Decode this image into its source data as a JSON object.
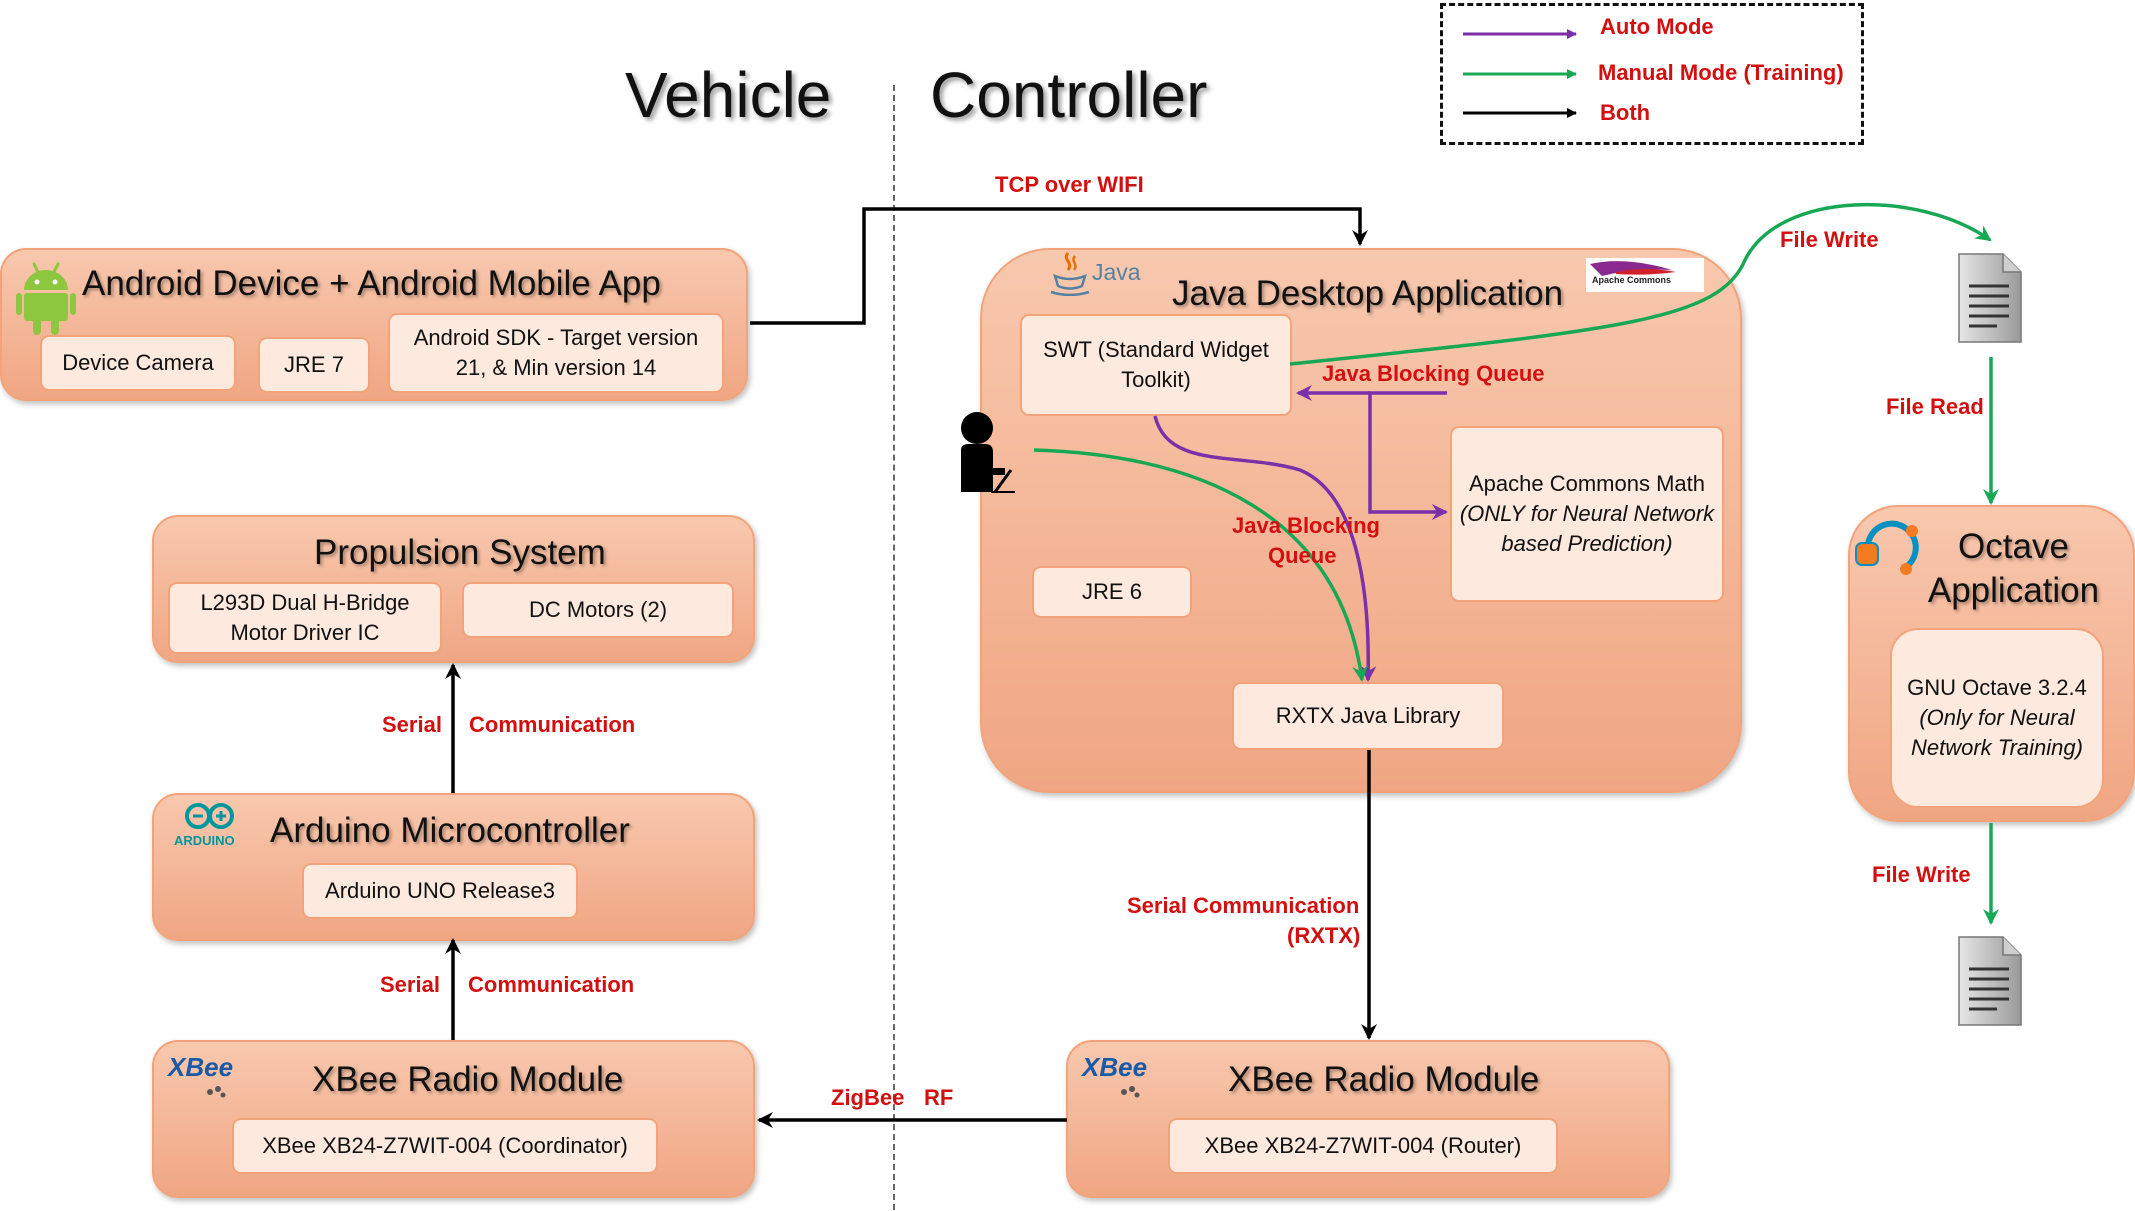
{
  "headers": {
    "vehicle": "Vehicle",
    "controller": "Controller"
  },
  "legend": [
    {
      "label": "Auto Mode",
      "color": "#7b2fa8"
    },
    {
      "label": "Manual Mode (Training)",
      "color": "#18a854"
    },
    {
      "label": "Both",
      "color": "#000000"
    }
  ],
  "android": {
    "title": "Android  Device + Android Mobile App",
    "camera": "Device Camera",
    "jre": "JRE 7",
    "sdk": "Android SDK  - Target version 21, & Min version 14",
    "icon": "android-icon"
  },
  "propulsion": {
    "title": "Propulsion System",
    "driver": "L293D Dual H-Bridge Motor Driver IC",
    "motors": "DC Motors (2)"
  },
  "arduino": {
    "title": "Arduino Microcontroller",
    "board": "Arduino UNO Release3",
    "logo_text": "ARDUINO"
  },
  "xbee_vehicle": {
    "title": "XBee Radio Module",
    "model": "XBee XB24-Z7WIT-004 (Coordinator)",
    "logo_text": "XBee"
  },
  "java_app": {
    "title": "Java Desktop Application",
    "java_logo": "Java",
    "apache_logo": "Apache Commons",
    "swt": "SWT (Standard Widget Toolkit)",
    "apache_line1": "Apache Commons Math",
    "apache_line2": "(ONLY for Neural Network based Prediction)",
    "jre": "JRE 6",
    "rxtx": "RXTX Java Library"
  },
  "octave": {
    "title": "Octave Application",
    "gnu_line1": "GNU Octave 3.2.4",
    "gnu_line2": "(Only for Neural Network Training)"
  },
  "xbee_controller": {
    "title": "XBee Radio Module",
    "model": "XBee XB24-Z7WIT-004 (Router)",
    "logo_text": "XBee"
  },
  "links": {
    "tcp": "TCP over WIFI",
    "file_write_top": "File Write",
    "java_bq_h": "Java Blocking Queue",
    "java_bq_v1": "Java Blocking",
    "java_bq_v2": "Queue",
    "file_read": "File Read",
    "file_write_bottom": "File Write",
    "serial_rxtx1": "Serial Communication",
    "serial_rxtx2": "(RXTX)",
    "serial1a": "Serial",
    "serial1b": "Communication",
    "serial2a": "Serial",
    "serial2b": "Communication",
    "zigbee_a": "ZigBee",
    "zigbee_b": "RF"
  }
}
